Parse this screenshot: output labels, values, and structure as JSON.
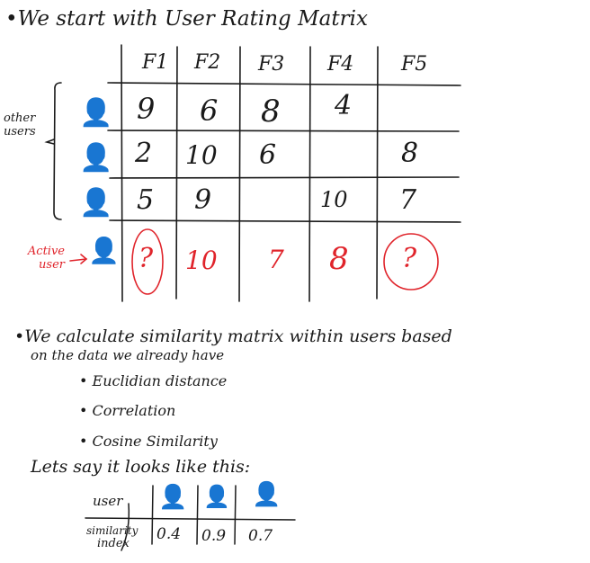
{
  "intro": "We start with User Rating Matrix",
  "matrix": {
    "columns": [
      "F1",
      "F2",
      "F3",
      "F4",
      "F5"
    ],
    "other_users_label": "other users",
    "active_user_label": "Active user",
    "rows": [
      {
        "icon_color": "#f08a1c",
        "cells": [
          "9",
          "6",
          "8",
          "4",
          ""
        ]
      },
      {
        "icon_color": "#1f5fb8",
        "cells": [
          "2",
          "10",
          "6",
          "",
          "8"
        ]
      },
      {
        "icon_color": "#2e9a44",
        "cells": [
          "5",
          "9",
          "",
          "10",
          "7"
        ]
      }
    ],
    "active_row": {
      "icon_color": "#e0242b",
      "cells": [
        "?",
        "10",
        "7",
        "8",
        "?"
      ]
    }
  },
  "bullet_main_line1": "We calculate similarity matrix within users based",
  "bullet_main_line2": "on the data we already have",
  "methods": [
    "Euclidian distance",
    "Correlation",
    "Cosine Similarity"
  ],
  "lets_say": "Lets say it looks like this:",
  "sim_table": {
    "user_label": "user",
    "index_label_line1": "similarity",
    "index_label_line2": "index",
    "icon_colors": [
      "#f08a1c",
      "#1f5fb8",
      "#2e9a44"
    ],
    "values": [
      "0.4",
      "0.9",
      "0.7"
    ]
  }
}
